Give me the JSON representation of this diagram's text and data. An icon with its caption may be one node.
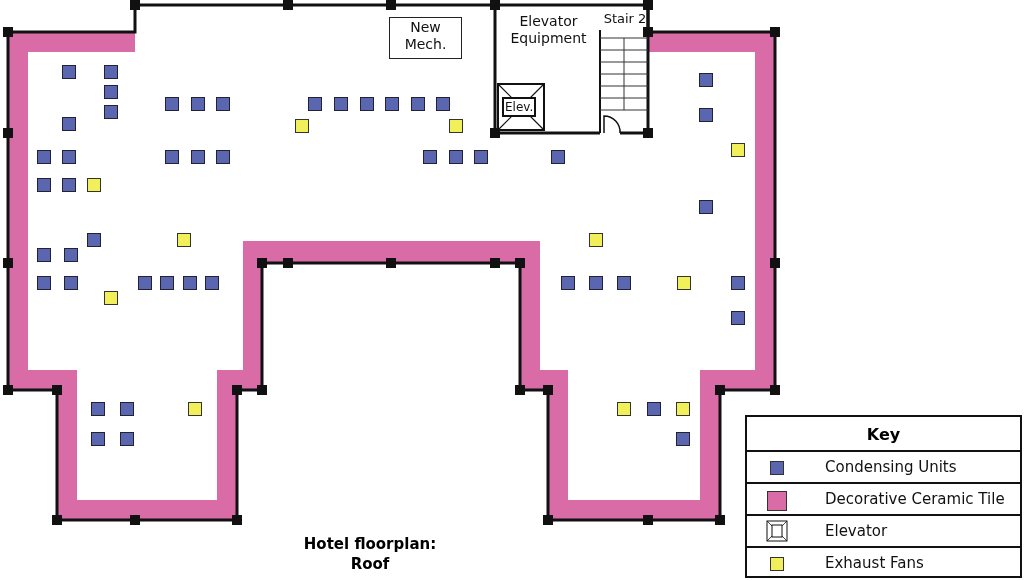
{
  "diagram": {
    "title": "Hotel floorplan: Roof",
    "nodes": [
      {
        "text": [
          "New Mech."
        ]
      },
      {
        "text": [
          "Elevator Equipment"
        ]
      },
      {
        "text": [
          "Elev."
        ],
        "in": 1
      },
      {
        "text": [
          "Stair 2"
        ]
      }
    ],
    "labels": [
      "Key"
    ],
    "legend": [
      {
        "text": "Condensing Units",
        "color": "#5b66b0"
      },
      {
        "text": "Decorative Ceramic Tile",
        "color": "#d96ba6"
      },
      {
        "text": "Elevator"
      },
      {
        "text": "Exhaust Fans",
        "color": "#f2f05a"
      }
    ]
  }
}
